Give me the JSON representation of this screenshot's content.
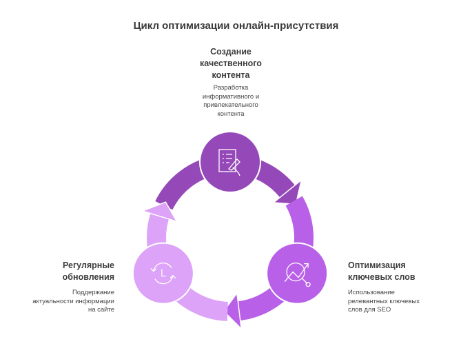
{
  "title": "Цикл оптимизации онлайн-присутствия",
  "steps": [
    {
      "heading": "Создание качественного контента",
      "description": "Разработка информативного и привлекательного контента",
      "icon": "document-writing-icon",
      "color": "#9549b8"
    },
    {
      "heading": "Оптимизация ключевых слов",
      "description": "Использование релевантных ключевых слов для SEO",
      "icon": "search-growth-icon",
      "color": "#b960e8"
    },
    {
      "heading": "Регулярные обновления",
      "description": "Поддержание актуальности информации на сайте",
      "icon": "refresh-clock-icon",
      "color": "#dca3f8"
    }
  ]
}
